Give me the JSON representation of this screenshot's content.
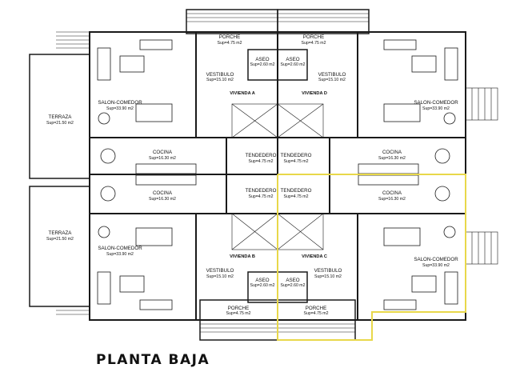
{
  "page": {
    "title": "PLANTA BAJA"
  },
  "colors": {
    "walls": "#1a1a1a",
    "highlight": "#e8d84a",
    "background": "#ffffff"
  },
  "rooms": {
    "porche": "PORCHE",
    "porche_area": "Sup=4.75 m2",
    "vestibulo": "VESTIBULO",
    "vestibulo_area": "Sup=15.10 m2",
    "aseo": "ASEO",
    "aseo_area": "Sup=2.60 m2",
    "vivienda_a": "VIVIENDA A",
    "vivienda_b": "VIVIENDA B",
    "vivienda_c": "VIVIENDA C",
    "vivienda_d": "VIVIENDA D",
    "salon": "SALON-COMEDOR",
    "salon_area": "Sup=33.90 m2",
    "terraza": "TERRAZA",
    "terraza_area": "Sup=21.50 m2",
    "cocina": "COCINA",
    "cocina_area": "Sup=16.30 m2",
    "tendedero": "TENDEDERO",
    "tendedero_area": "Sup=4.75 m2"
  }
}
